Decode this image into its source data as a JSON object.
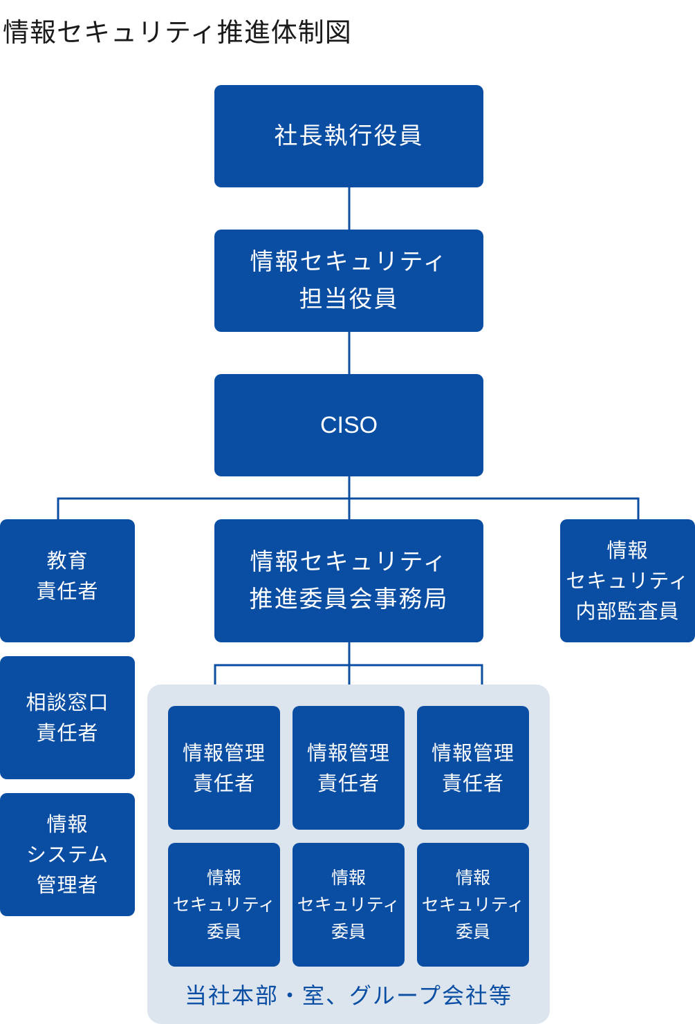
{
  "title": "情報セキュリティ推進体制図",
  "nodes": {
    "president": "社長執行役員",
    "officer": [
      "情報セキュリティ",
      "担当役員"
    ],
    "ciso": "CISO",
    "education": [
      "教育",
      "責任者"
    ],
    "secretariat": [
      "情報セキュリティ",
      "推進委員会事務局"
    ],
    "auditor": [
      "情報",
      "セキュリティ",
      "内部監査員"
    ],
    "consultation": [
      "相談窓口",
      "責任者"
    ],
    "system_admin": [
      "情報",
      "システム",
      "管理者"
    ],
    "info_managers": [
      [
        "情報管理",
        "責任者"
      ],
      [
        "情報管理",
        "責任者"
      ],
      [
        "情報管理",
        "責任者"
      ]
    ],
    "security_members": [
      [
        "情報",
        "セキュリティ",
        "委員"
      ],
      [
        "情報",
        "セキュリティ",
        "委員"
      ],
      [
        "情報",
        "セキュリティ",
        "委員"
      ]
    ]
  },
  "group_label": "当社本部・室、グループ会社等",
  "colors": {
    "box_fill": "#0a4ea3",
    "group_panel": "#dce5ee",
    "connector": "#0a4ea3",
    "box_text": "#ffffff",
    "title_text": "#1a1a1a"
  }
}
